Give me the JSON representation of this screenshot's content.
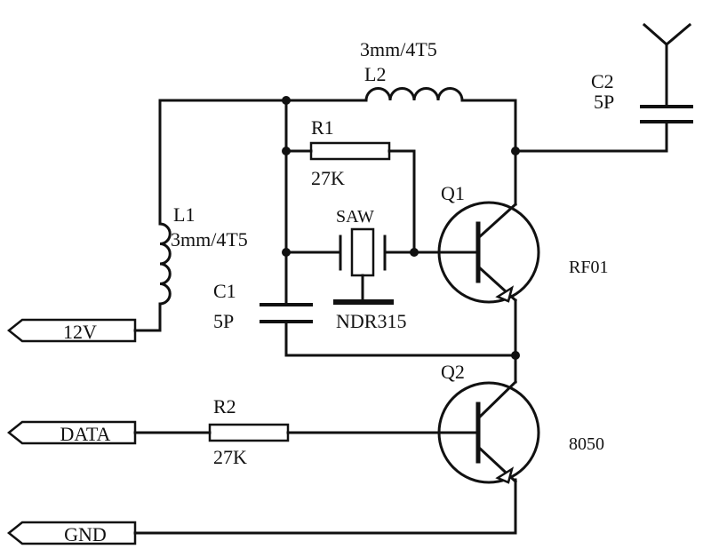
{
  "components": {
    "l2": {
      "ref": "L2",
      "value": "3mm/4T5"
    },
    "c2": {
      "ref": "C2",
      "value": "5P"
    },
    "r1": {
      "ref": "R1",
      "value": "27K"
    },
    "q1": {
      "ref": "Q1",
      "part": "RF01"
    },
    "l1": {
      "ref": "L1",
      "value": "3mm/4T5"
    },
    "saw": {
      "ref": "SAW",
      "part": "NDR315"
    },
    "c1": {
      "ref": "C1",
      "value": "5P"
    },
    "q2": {
      "ref": "Q2",
      "part": "8050"
    },
    "r2": {
      "ref": "R2",
      "value": "27K"
    }
  },
  "ports": {
    "vcc": "12V",
    "data": "DATA",
    "gnd": "GND"
  },
  "colors": {
    "ink": "#111111",
    "background": "#ffffff"
  }
}
